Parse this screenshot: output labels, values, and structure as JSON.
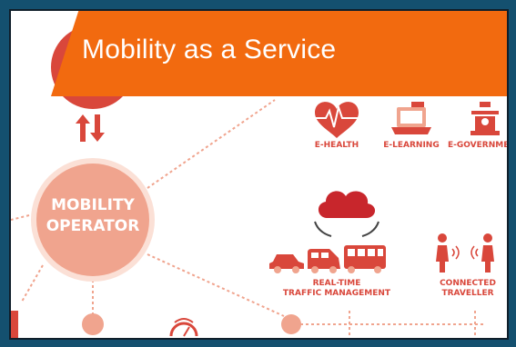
{
  "banner": {
    "title": "Mobility as a Service"
  },
  "operator": {
    "line1": "MOBILITY",
    "line2": "OPERATOR"
  },
  "services": [
    {
      "label": "E-HEALTH",
      "icon": "heart-pulse-icon"
    },
    {
      "label": "E-LEARNING",
      "icon": "laptop-book-icon"
    },
    {
      "label": "E-GOVERNME",
      "icon": "government-building-icon"
    }
  ],
  "traffic": {
    "line1": "REAL-TIME",
    "line2": "TRAFFIC MANAGEMENT"
  },
  "traveller": {
    "line1": "CONNECTED",
    "line2": "TRAVELLER"
  },
  "colors": {
    "accent": "#f26a0f",
    "primary": "#d9473b",
    "light": "#f0a48e",
    "background": "#14506f"
  }
}
